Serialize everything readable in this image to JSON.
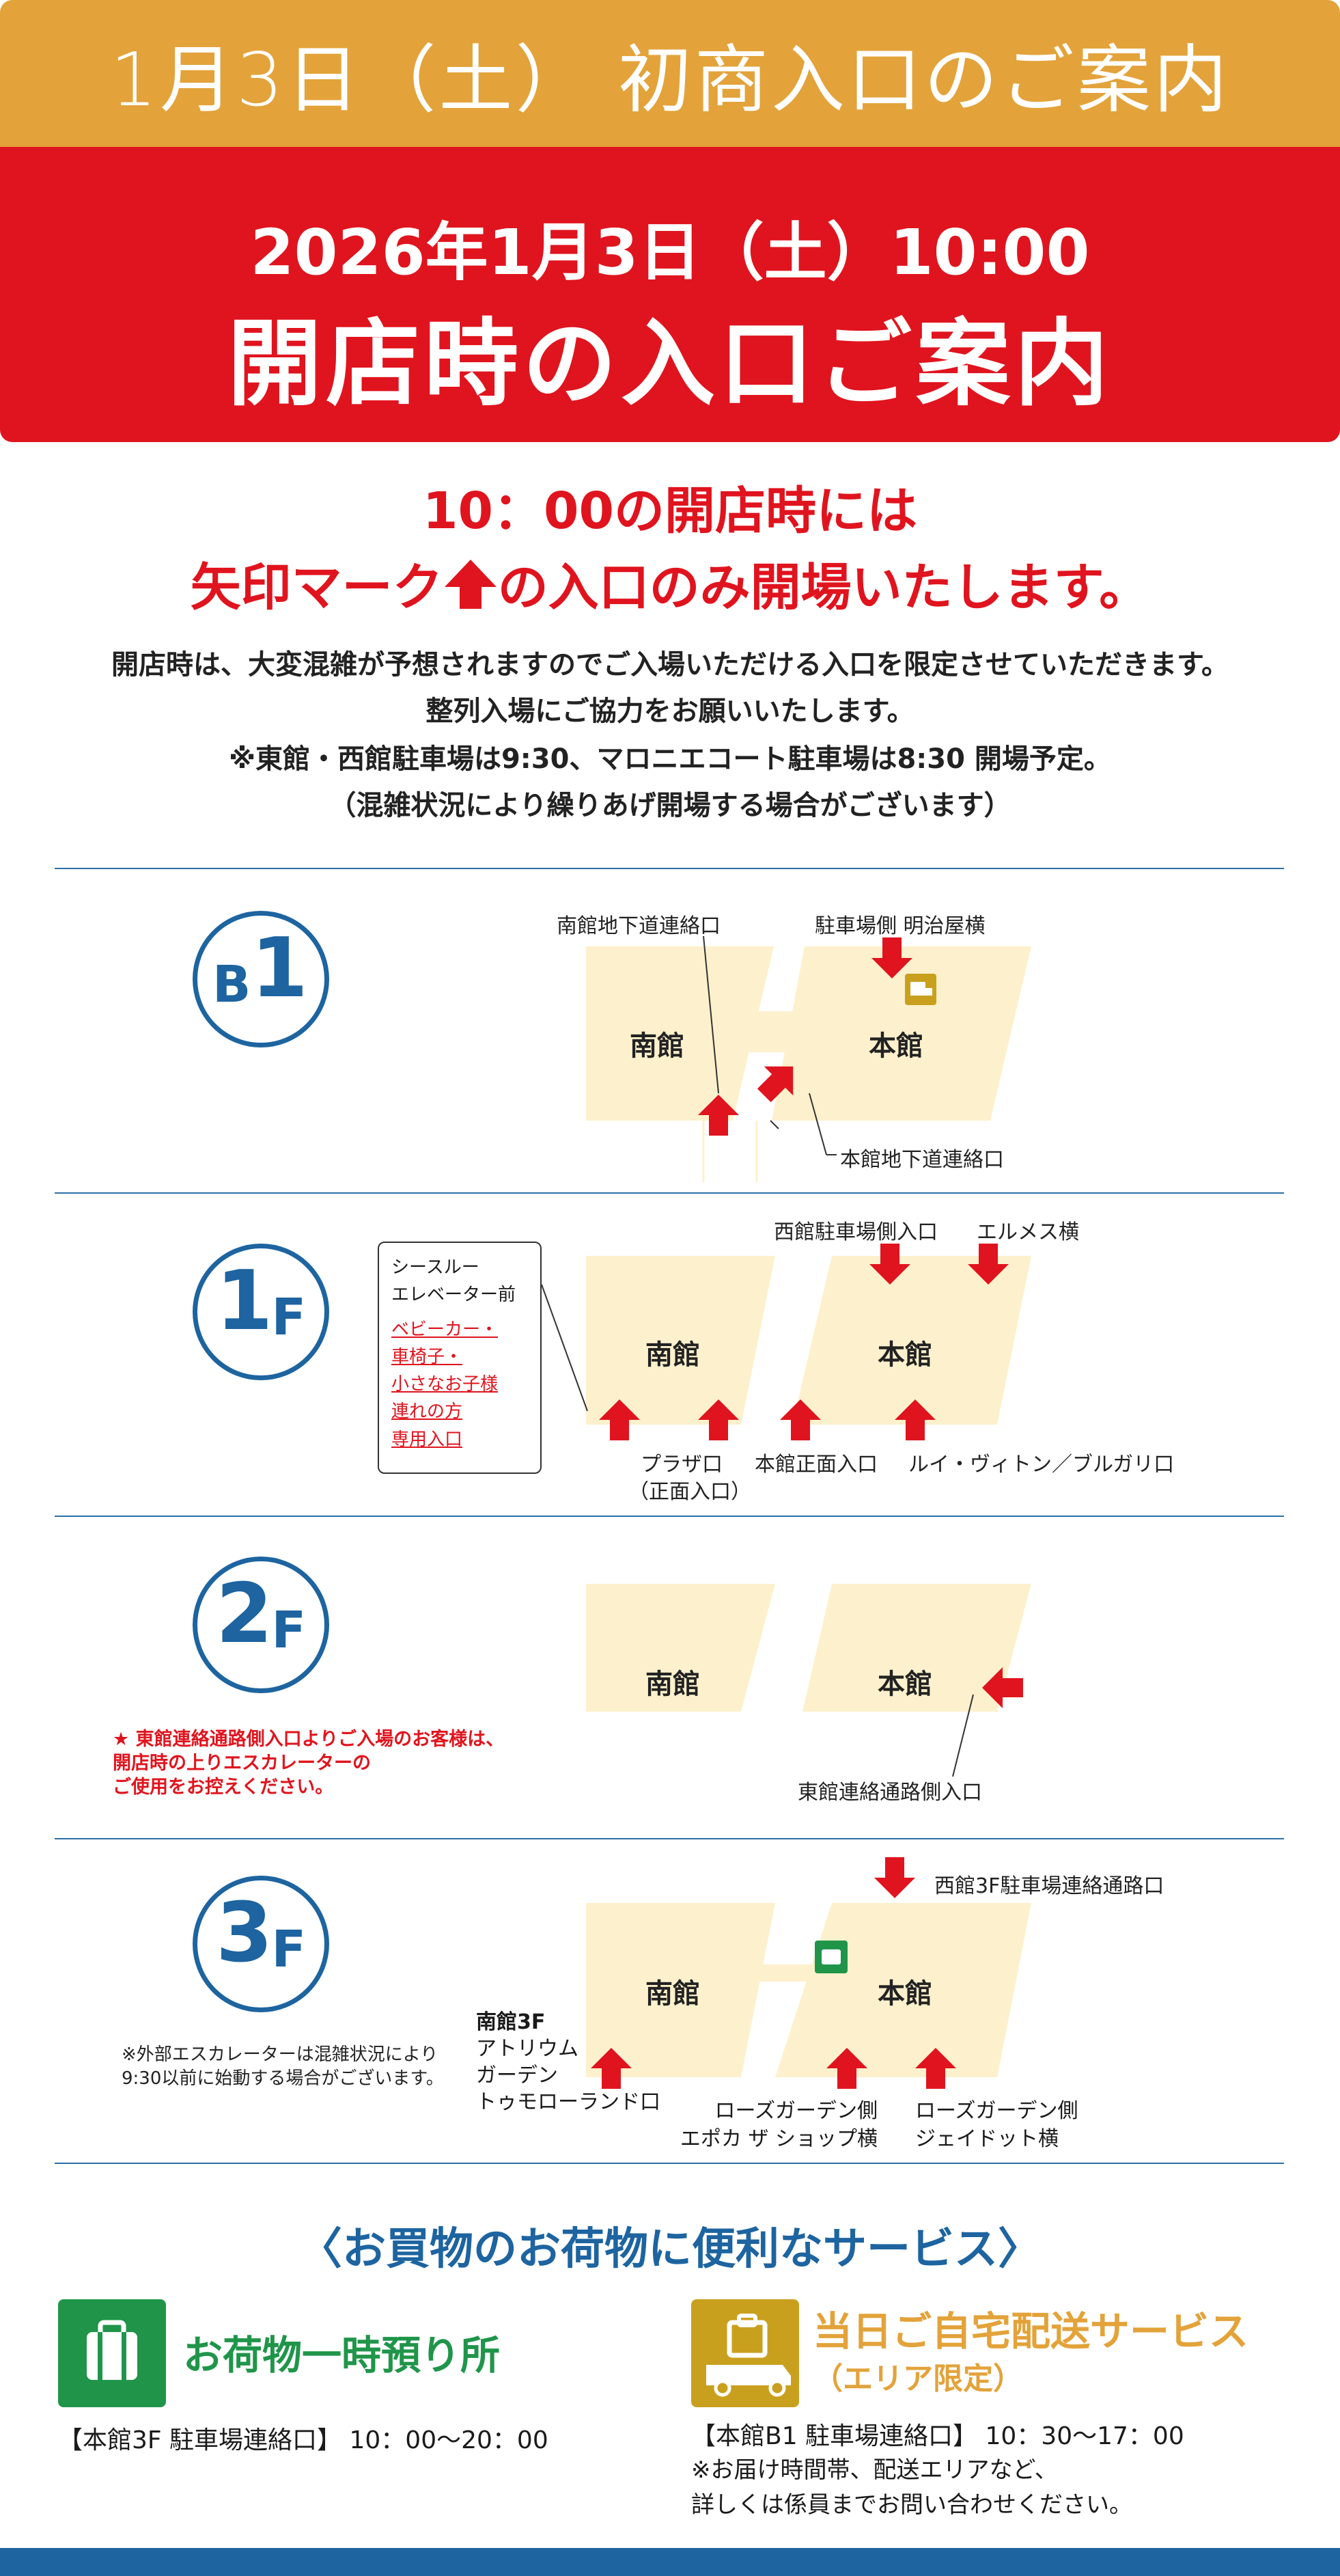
{
  "banner": {
    "title": "1月3日（土） 初商入口のご案内",
    "date_line": "2026年1月3日（土）10:00",
    "subtitle": "開店時の入口ご案内"
  },
  "headline": {
    "line1": "10：00の開店時には",
    "line2_prefix": "矢印マーク",
    "line2_suffix": "の入口のみ開場いたします。"
  },
  "notices": [
    "開店時は、大変混雑が予想されますのでご入場いただける入口を限定させていただきます。",
    "整列入場にご協力をお願いいたします。",
    "※東館・西館駐車場は9:30、マロニエコート駐車場は8:30 開場予定。",
    "（混雑状況により繰りあげ開場する場合がございます）"
  ],
  "floors": {
    "b1": {
      "badge_main": "B",
      "badge_num": "1",
      "south": "南館",
      "main": "本館",
      "labels": {
        "south_passage": "南館地下道連絡口",
        "parking_side": "駐車場側 明治屋横",
        "main_passage": "本館地下道連絡口"
      }
    },
    "f1": {
      "badge_num": "1",
      "badge_unit": "F",
      "south": "南館",
      "main": "本館",
      "callout": {
        "title1": "シースルー",
        "title2": "エレベーター前",
        "red1": "ベビーカー・",
        "red2": "車椅子・",
        "red3": "小さなお子様",
        "red4": "連れの方",
        "red5": "専用入口"
      },
      "labels": {
        "west_parking": "西館駐車場側入口",
        "hermes": "エルメス横",
        "plaza1": "プラザ口",
        "plaza2": "（正面入口）",
        "main_front": "本館正面入口",
        "lv": "ルイ・ヴィトン／ブルガリ口"
      }
    },
    "f2": {
      "badge_num": "2",
      "badge_unit": "F",
      "south": "南館",
      "main": "本館",
      "note1": "★ 東館連絡通路側入口よりご入場のお客様は、",
      "note2": "開店時の上りエスカレーターの",
      "note3": "ご使用をお控えください。",
      "east_passage": "東館連絡通路側入口"
    },
    "f3": {
      "badge_num": "3",
      "badge_unit": "F",
      "south": "南館",
      "main": "本館",
      "note1": "※外部エスカレーターは混雑状況により",
      "note2": "9:30以前に始動する場合がございます。",
      "west3f": "西館3F駐車場連絡通路口",
      "south3f_title": "南館3F",
      "south3f_l1": "アトリウム",
      "south3f_l2": "ガーデン",
      "south3f_l3": "トゥモローランド口",
      "rose1_a": "ローズガーデン側",
      "rose1_b": "エポカ ザ ショップ横",
      "rose2_a": "ローズガーデン側",
      "rose2_b": "ジェイドット横"
    }
  },
  "services": {
    "heading": "〈お買物のお荷物に便利なサービス〉",
    "left": {
      "title": "お荷物一時預り所",
      "detail": "【本館3F 駐車場連絡口】 10：00〜20：00",
      "icon": "luggage-icon"
    },
    "right": {
      "title": "当日ご自宅配送サービス",
      "subtitle": "（エリア限定）",
      "detail": "【本館B1 駐車場連絡口】 10：30〜17：00",
      "note1": "※お届け時間帯、配送エリアなど、",
      "note2": "詳しくは係員までお問い合わせください。",
      "icon": "delivery-truck-icon"
    }
  },
  "colors": {
    "gold": "#e3a33a",
    "red": "#e0141e",
    "blue": "#1d64a0",
    "building": "#fdf1cd",
    "green": "#20954a"
  }
}
